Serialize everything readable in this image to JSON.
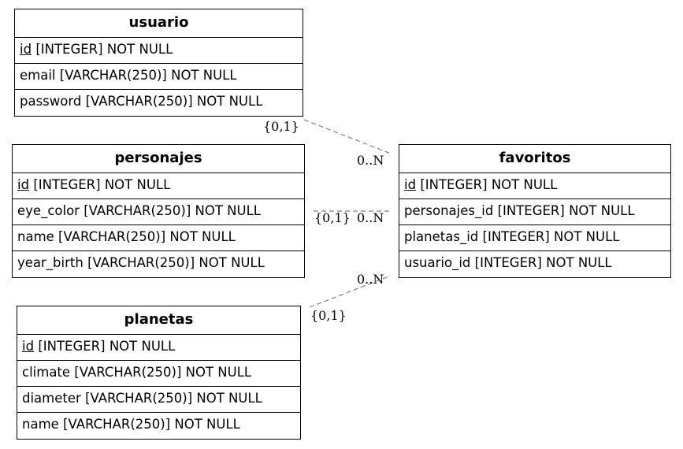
{
  "entities": {
    "usuario": {
      "title": "usuario",
      "rows": [
        {
          "name": "id",
          "type": "[INTEGER] NOT NULL"
        },
        {
          "name": "email",
          "type": "[VARCHAR(250)] NOT NULL"
        },
        {
          "name": "password",
          "type": "[VARCHAR(250)] NOT NULL"
        }
      ]
    },
    "personajes": {
      "title": "personajes",
      "rows": [
        {
          "name": "id",
          "type": "[INTEGER] NOT NULL"
        },
        {
          "name": "eye_color",
          "type": "[VARCHAR(250)] NOT NULL"
        },
        {
          "name": "name",
          "type": "[VARCHAR(250)] NOT NULL"
        },
        {
          "name": "year_birth",
          "type": "[VARCHAR(250)] NOT NULL"
        }
      ]
    },
    "planetas": {
      "title": "planetas",
      "rows": [
        {
          "name": "id",
          "type": "[INTEGER] NOT NULL"
        },
        {
          "name": "climate",
          "type": "[VARCHAR(250)] NOT NULL"
        },
        {
          "name": "diameter",
          "type": "[VARCHAR(250)] NOT NULL"
        },
        {
          "name": "name",
          "type": "[VARCHAR(250)] NOT NULL"
        }
      ]
    },
    "favoritos": {
      "title": "favoritos",
      "rows": [
        {
          "name": "id",
          "type": "[INTEGER] NOT NULL"
        },
        {
          "name": "personajes_id",
          "type": "[INTEGER] NOT NULL"
        },
        {
          "name": "planetas_id",
          "type": "[INTEGER] NOT NULL"
        },
        {
          "name": "usuario_id",
          "type": "[INTEGER] NOT NULL"
        }
      ]
    }
  },
  "relations": {
    "usuario_favoritos": {
      "one": "{0,1}",
      "many": "0..N"
    },
    "personajes_favoritos": {
      "one": "{0,1}",
      "many": "0..N"
    },
    "planetas_favoritos": {
      "one": "{0,1}",
      "many": "0..N"
    }
  },
  "colors": {
    "line": "#808080",
    "border": "#000000"
  }
}
